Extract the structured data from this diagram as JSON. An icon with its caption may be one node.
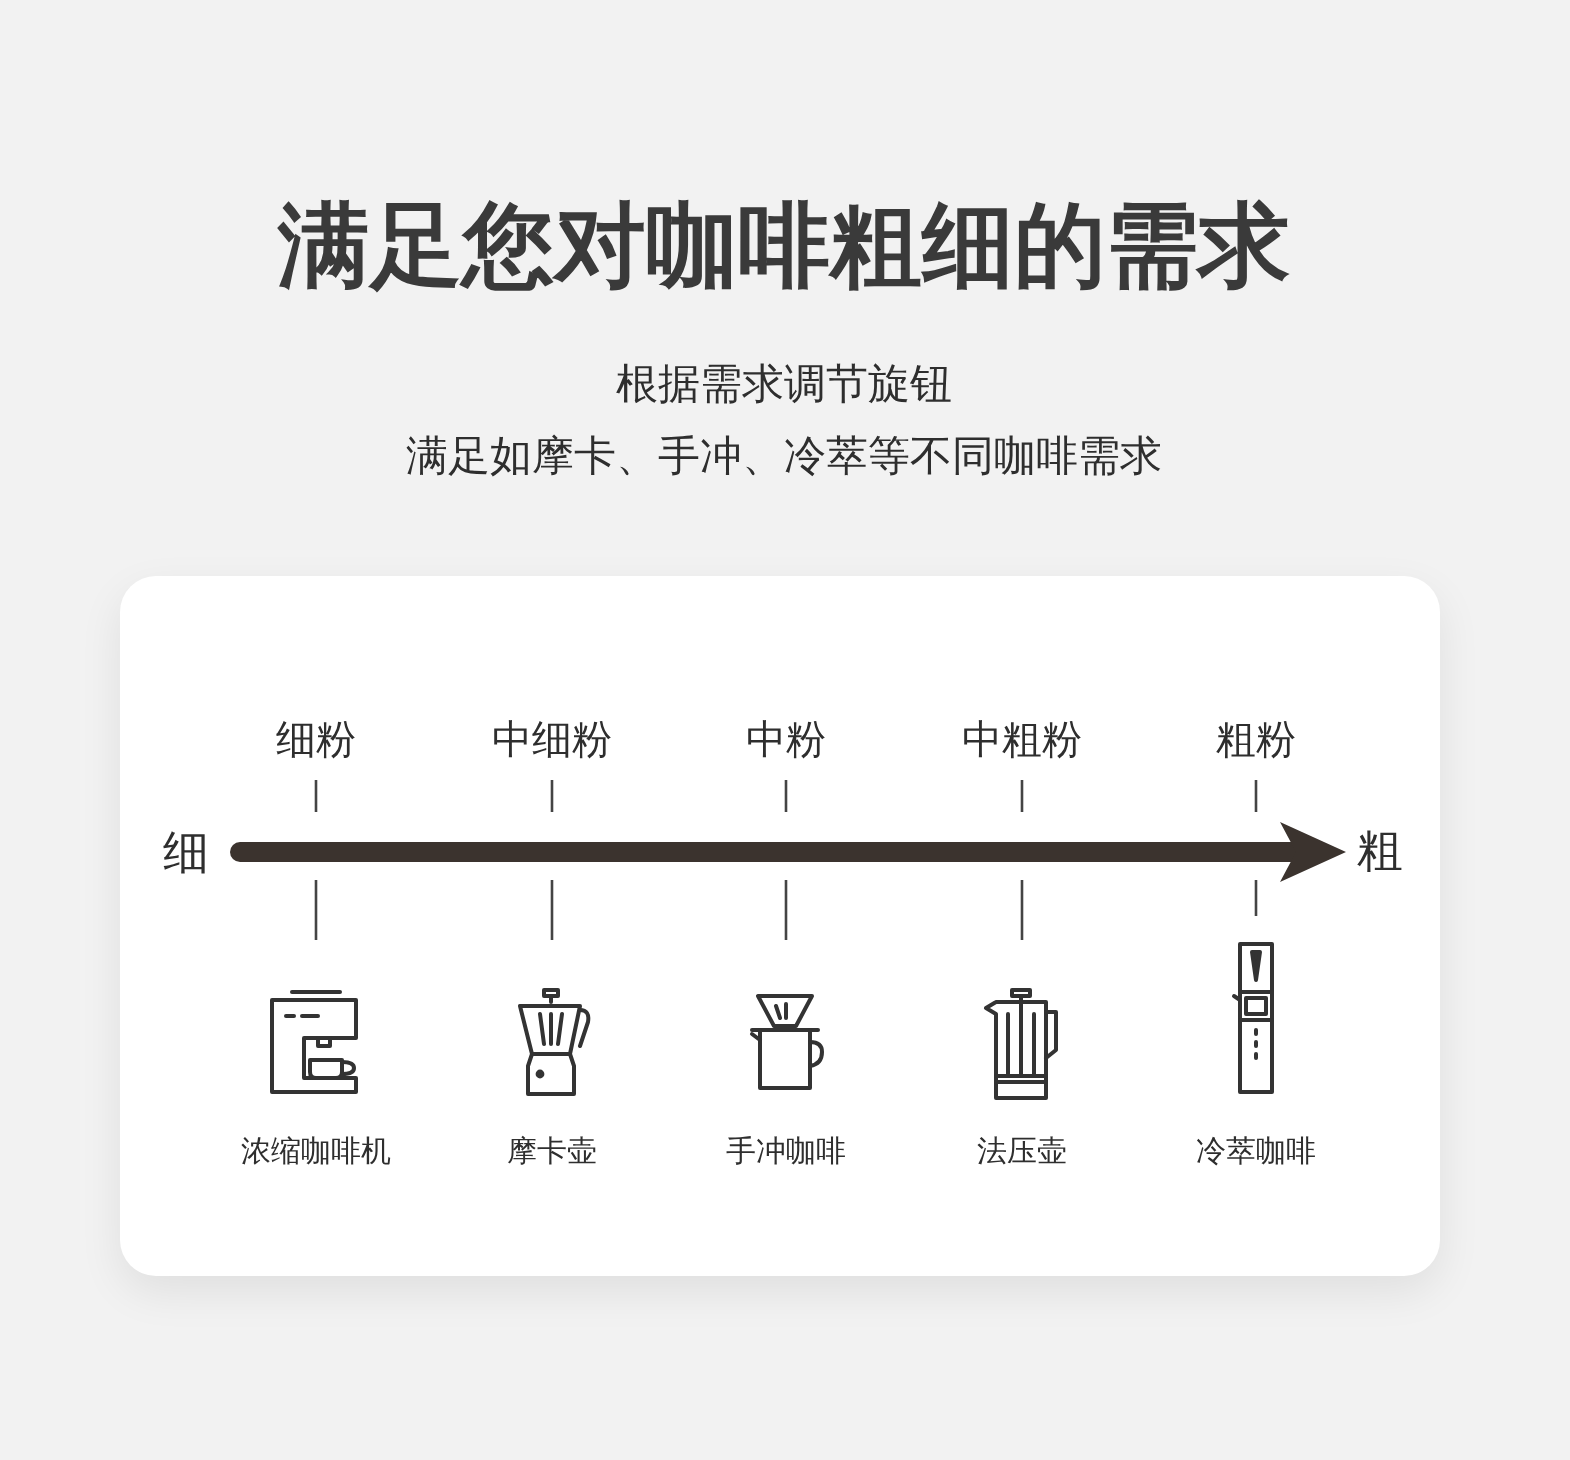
{
  "diagram": {
    "title": "满足您对咖啡粗细的需求",
    "labels": [
      "根据需求调节旋钮",
      "满足如摩卡、手冲、冷萃等不同咖啡需求",
      "细粉",
      "中细粉",
      "中粉",
      "中粗粉",
      "粗粉",
      "细",
      "粗",
      "浓缩咖啡机",
      "摩卡壶",
      "手冲咖啡",
      "法压壶",
      "冷萃咖啡"
    ]
  }
}
